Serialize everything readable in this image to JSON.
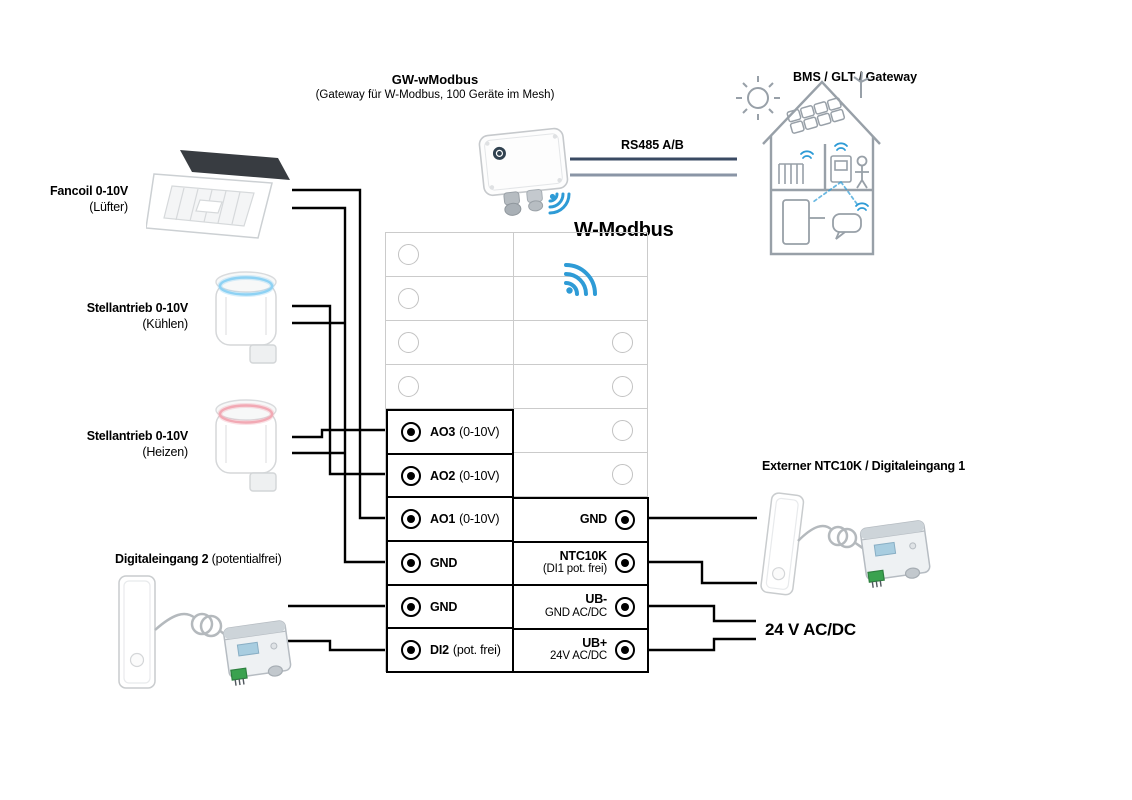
{
  "gateway": {
    "title": "GW-wModbus",
    "subtitle": "(Gateway für W-Modbus, 100 Geräte im Mesh)"
  },
  "bus": {
    "rs485": "RS485 A/B",
    "wmodbus": "W-Modbus"
  },
  "bms": {
    "label": "BMS / GLT / Gateway"
  },
  "left_devices": {
    "fancoil": {
      "name": "Fancoil 0-10V",
      "sub": "(Lüfter)"
    },
    "actuator_cool": {
      "name": "Stellantrieb 0-10V",
      "sub": "(Kühlen)"
    },
    "actuator_heat": {
      "name": "Stellantrieb 0-10V",
      "sub": "(Heizen)"
    },
    "digital_input": {
      "name": "Digitaleingang 2",
      "sub": "(potentialfrei)"
    }
  },
  "right_devices": {
    "ntc": {
      "name": "Externer NTC10K / Digitaleingang 1"
    },
    "power": {
      "name": "24 V AC/DC"
    }
  },
  "terminals": {
    "left": [
      {
        "bold": "AO3",
        "rest": "(0-10V)"
      },
      {
        "bold": "AO2",
        "rest": "(0-10V)"
      },
      {
        "bold": "AO1",
        "rest": "(0-10V)"
      },
      {
        "bold": "GND",
        "rest": ""
      },
      {
        "bold": "GND",
        "rest": ""
      },
      {
        "bold": "DI2",
        "rest": "(pot. frei)"
      }
    ],
    "right": [
      {
        "line1": "GND",
        "line2": ""
      },
      {
        "line1": "NTC10K",
        "line2": "(DI1 pot. frei)"
      },
      {
        "line1": "UB-",
        "line2": "GND AC/DC"
      },
      {
        "line1": "UB+",
        "line2": "24V AC/DC"
      }
    ]
  },
  "colors": {
    "wifi_blue": "#2e9bd6",
    "rs485_line_a": "#3a4a63",
    "rs485_line_b": "#8a95a6",
    "ring_cool": "#8ed2f4",
    "ring_heat": "#f2a9b4",
    "wire_black": "#000000"
  },
  "icons": {
    "wmodbus_wifi": "wifi-arcs",
    "gateway_wifi": "wifi-arcs",
    "sun": "sun-with-rays",
    "building": "smart-building",
    "turbine": "wind-turbine",
    "terminal": "radio-dot"
  }
}
